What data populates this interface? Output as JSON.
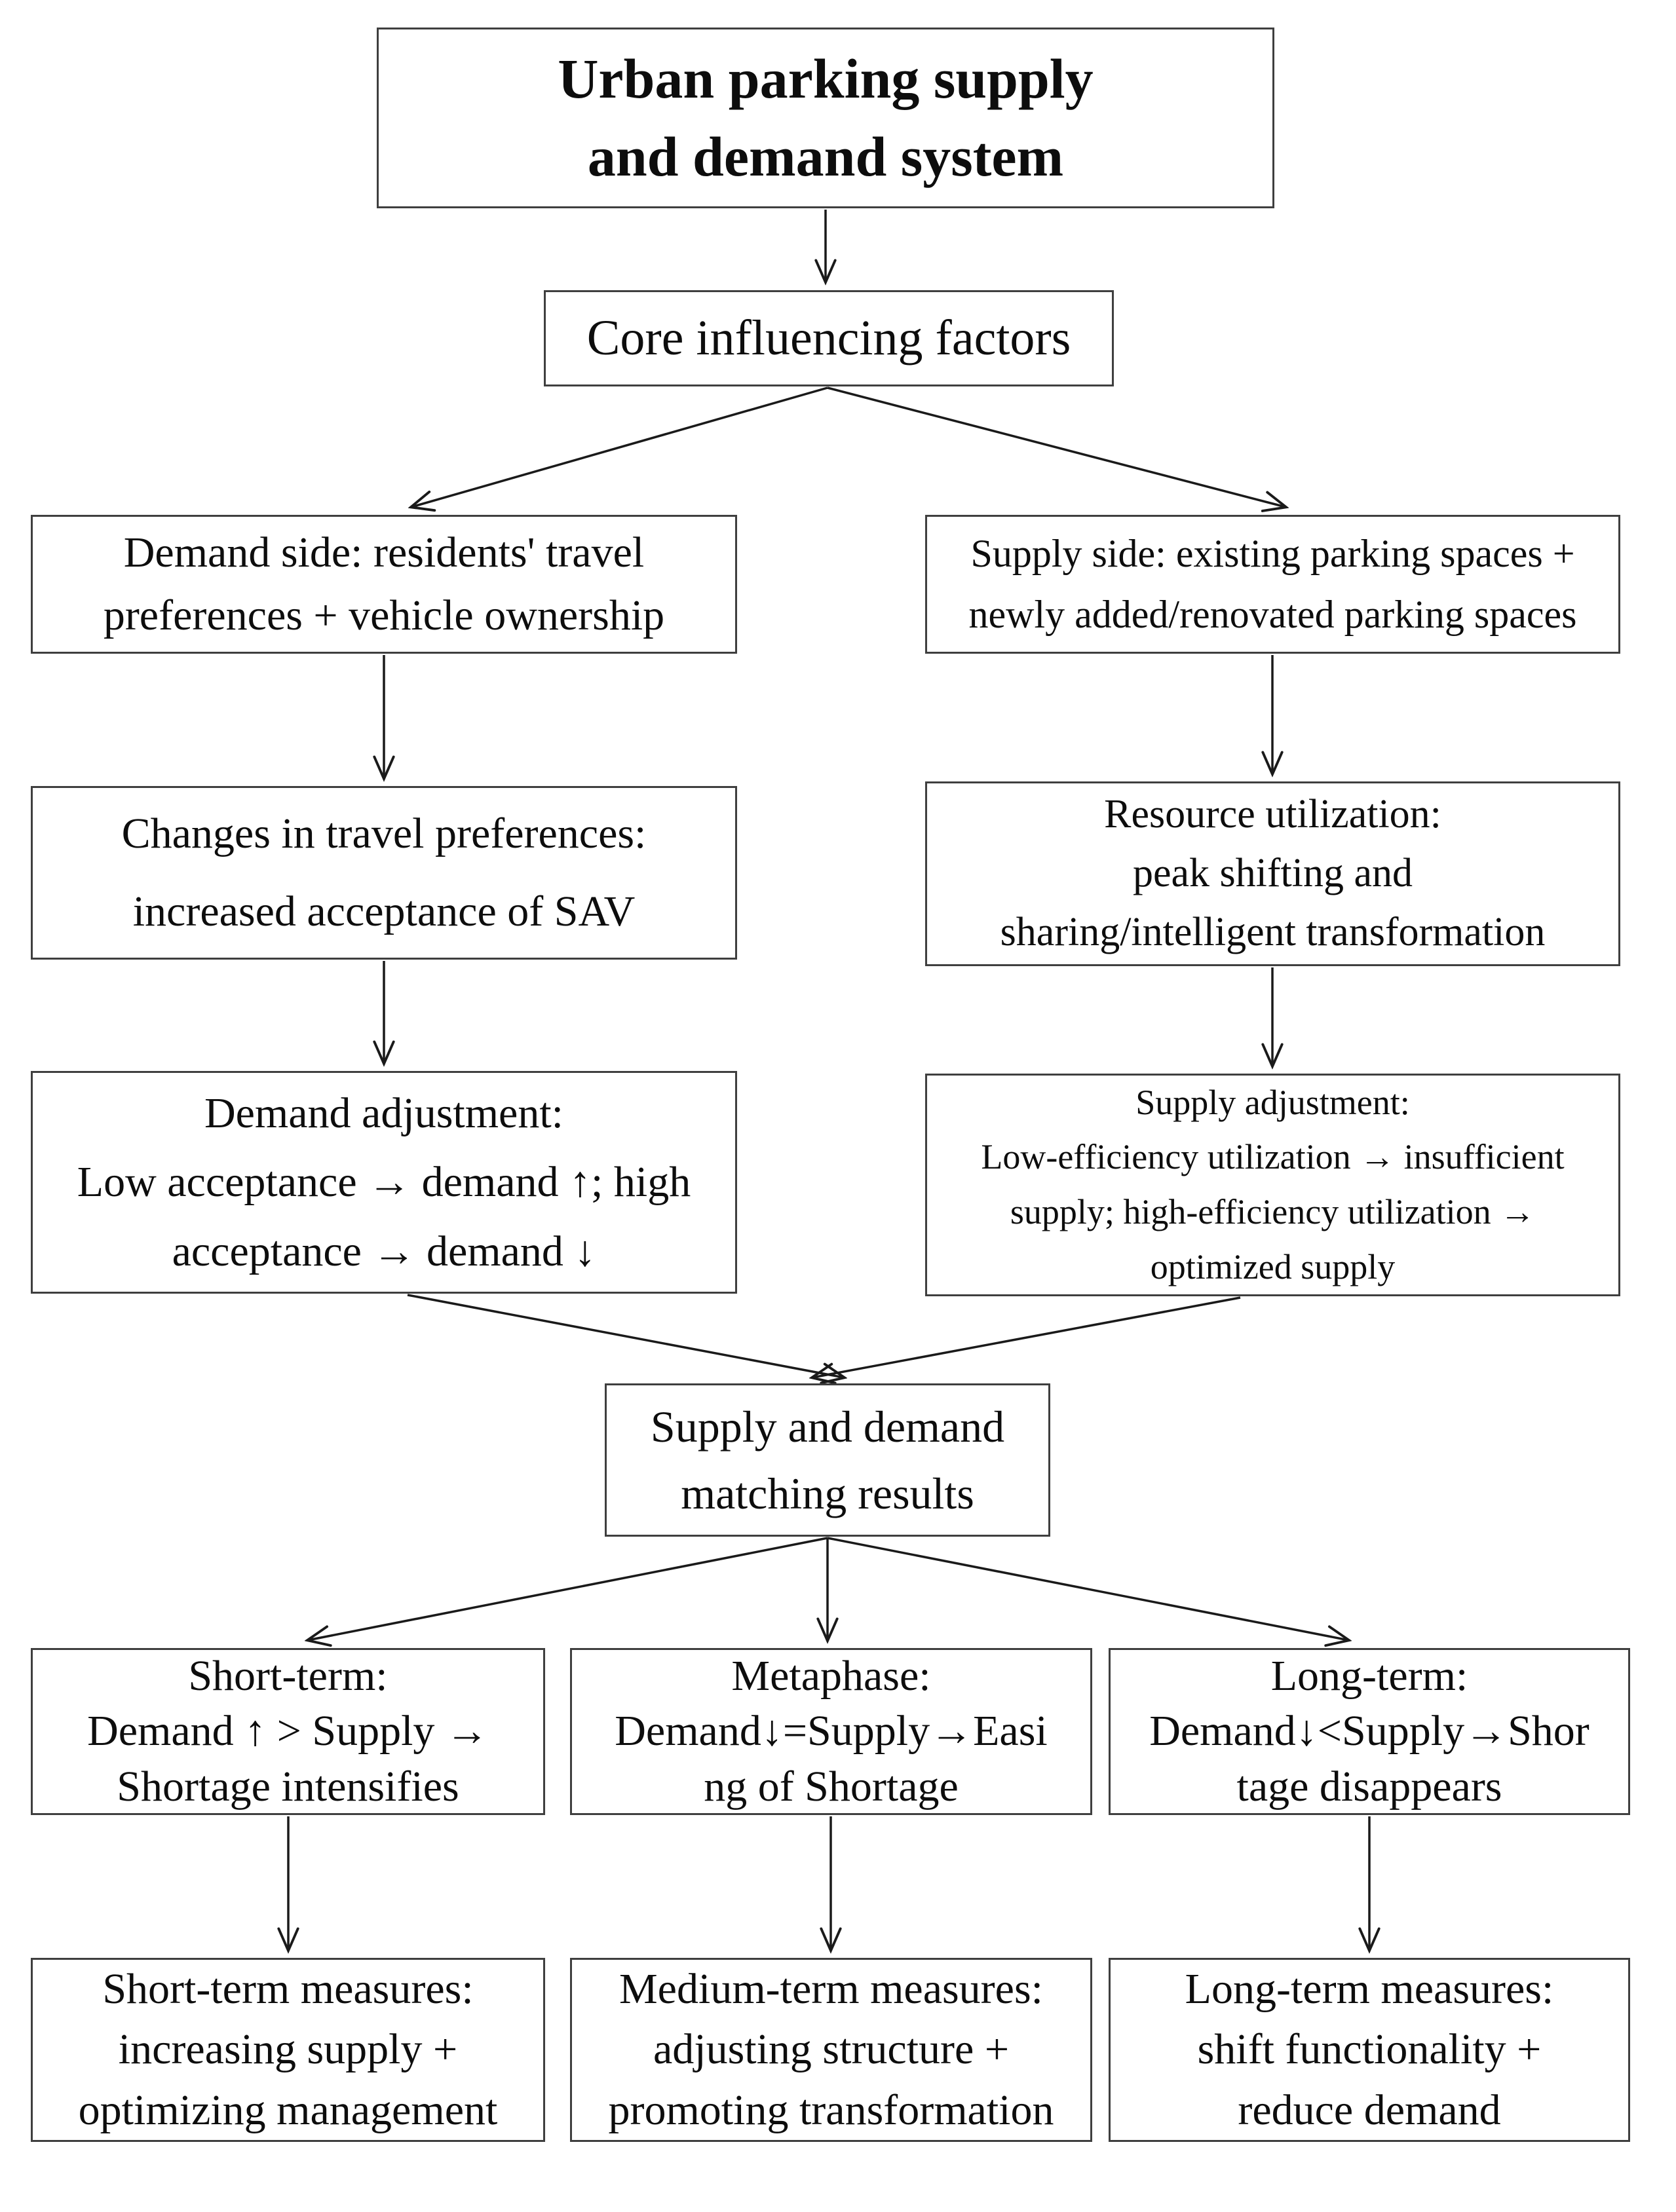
{
  "diagram": {
    "title": "Urban parking supply and demand system",
    "colors": {
      "background": "#ffffff",
      "box_border": "#3f3f3f",
      "text": "#0d0d0d",
      "arrow": "#1a1a1a"
    }
  },
  "nodes": {
    "title": {
      "text": "Urban parking supply\nand demand system"
    },
    "core": {
      "text": "Core influencing factors"
    },
    "demand_side": {
      "text": "Demand side: residents' travel\npreferences + vehicle ownership"
    },
    "supply_side": {
      "text": "Supply side: existing parking spaces +\nnewly added/renovated parking spaces"
    },
    "travel_pref": {
      "text": "Changes in travel preferences:\nincreased acceptance of SAV"
    },
    "resource_util": {
      "text": "Resource utilization:\npeak shifting and\nsharing/intelligent transformation"
    },
    "demand_adjust": {
      "text": "Demand adjustment:\nLow acceptance → demand ↑; high\nacceptance → demand ↓"
    },
    "supply_adjust": {
      "text": "Supply adjustment:\nLow-efficiency utilization → insufficient\nsupply; high-efficiency utilization →\noptimized supply"
    },
    "matching": {
      "text": "Supply and demand\nmatching results"
    },
    "short_term": {
      "text": "Short-term:\nDemand ↑ > Supply →\nShortage intensifies"
    },
    "metaphase": {
      "text": "Metaphase:\nDemand↓=Supply→Easi\nng of Shortage"
    },
    "long_term": {
      "text": "Long-term:\nDemand↓<Supply→Shor\ntage disappears"
    },
    "short_measures": {
      "text": "Short-term measures:\nincreasing supply +\noptimizing management"
    },
    "medium_measures": {
      "text": "Medium-term measures:\nadjusting structure +\npromoting transformation"
    },
    "long_measures": {
      "text": "Long-term measures:\nshift functionality +\nreduce demand"
    }
  },
  "edges": [
    {
      "from": "title",
      "to": "core"
    },
    {
      "from": "core",
      "to": "demand_side"
    },
    {
      "from": "core",
      "to": "supply_side"
    },
    {
      "from": "demand_side",
      "to": "travel_pref"
    },
    {
      "from": "travel_pref",
      "to": "demand_adjust"
    },
    {
      "from": "supply_side",
      "to": "resource_util"
    },
    {
      "from": "resource_util",
      "to": "supply_adjust"
    },
    {
      "from": "demand_adjust",
      "to": "matching"
    },
    {
      "from": "supply_adjust",
      "to": "matching"
    },
    {
      "from": "matching",
      "to": "short_term"
    },
    {
      "from": "matching",
      "to": "metaphase"
    },
    {
      "from": "matching",
      "to": "long_term"
    },
    {
      "from": "short_term",
      "to": "short_measures"
    },
    {
      "from": "metaphase",
      "to": "medium_measures"
    },
    {
      "from": "long_term",
      "to": "long_measures"
    }
  ]
}
